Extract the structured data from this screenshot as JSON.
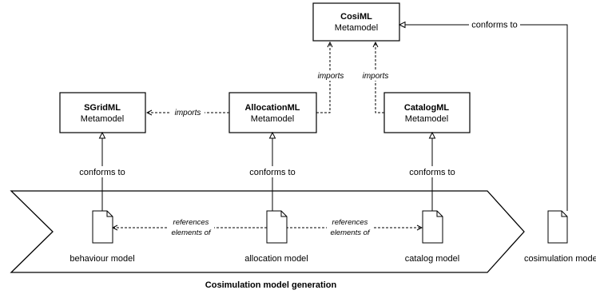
{
  "metamodels": {
    "cosiml": {
      "name": "CosiML",
      "type": "Metamodel"
    },
    "sgridml": {
      "name": "SGridML",
      "type": "Metamodel"
    },
    "allocationml": {
      "name": "AllocationML",
      "type": "Metamodel"
    },
    "catalogml": {
      "name": "CatalogML",
      "type": "Metamodel"
    }
  },
  "labels": {
    "imports": "imports",
    "conforms_to": "conforms to",
    "references_line1": "references",
    "references_line2": "elements of"
  },
  "models": {
    "behaviour": "behaviour model",
    "allocation": "allocation model",
    "catalog": "catalog model",
    "cosimulation": "cosimulation mode"
  },
  "process": {
    "caption": "Cosimulation model generation"
  }
}
